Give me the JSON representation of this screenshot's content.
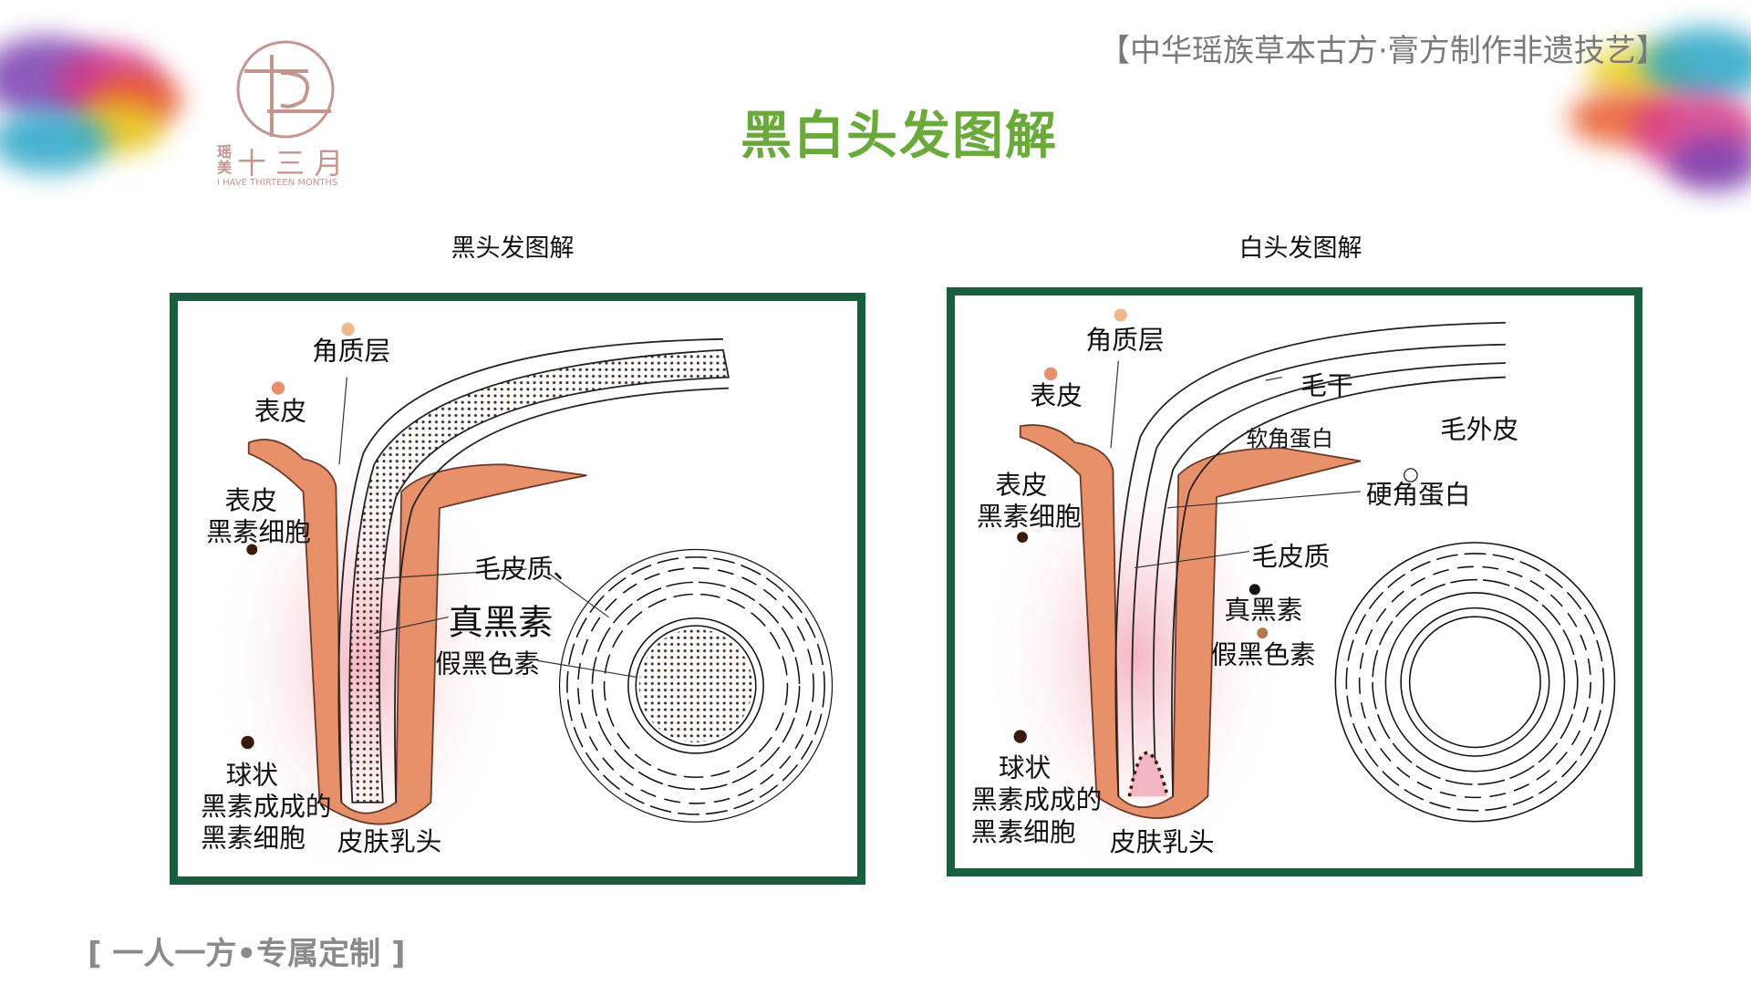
{
  "header": {
    "tagline": "【中华瑶族草本古方·膏方制作非遗技艺】",
    "title": "黑白头发图解"
  },
  "logo": {
    "side_text": "瑶美",
    "main_text": "十 三 月",
    "english": "I HAVE THIRTEEN MONTHS"
  },
  "left": {
    "heading": "黑头发图解",
    "labels": {
      "stratum": "角质层",
      "epidermis": "表皮",
      "melanocyte1": "表皮",
      "melanocyte2": "黑素细胞",
      "cortex": "毛皮质、",
      "eumelanin": "真黑素",
      "pheomelanin": "假黑色素",
      "bulb1": "球状",
      "bulb2": "黑素成成的",
      "bulb3": "黑素细胞",
      "papilla": "皮肤乳头"
    }
  },
  "right": {
    "heading": "白头发图解",
    "labels": {
      "stratum": "角质层",
      "shaft": "毛干",
      "epidermis": "表皮",
      "soft_keratin": "软角蛋白",
      "cuticle": "毛外皮",
      "melanocyte1": "表皮",
      "melanocyte2": "黑素细胞",
      "hard_keratin": "硬角蛋白",
      "cortex": "毛皮质",
      "eumelanin": "真黑素",
      "pheomelanin": "假黑色素",
      "bulb1": "球状",
      "bulb2": "黑素成成的",
      "bulb3": "黑素细胞",
      "papilla": "皮肤乳头"
    }
  },
  "footer": {
    "slogan": "[ 一人一方•专属定制 ]"
  },
  "colors": {
    "title": "#6aaa3a",
    "border": "#1b5e3f",
    "skin": "#e8906a"
  }
}
